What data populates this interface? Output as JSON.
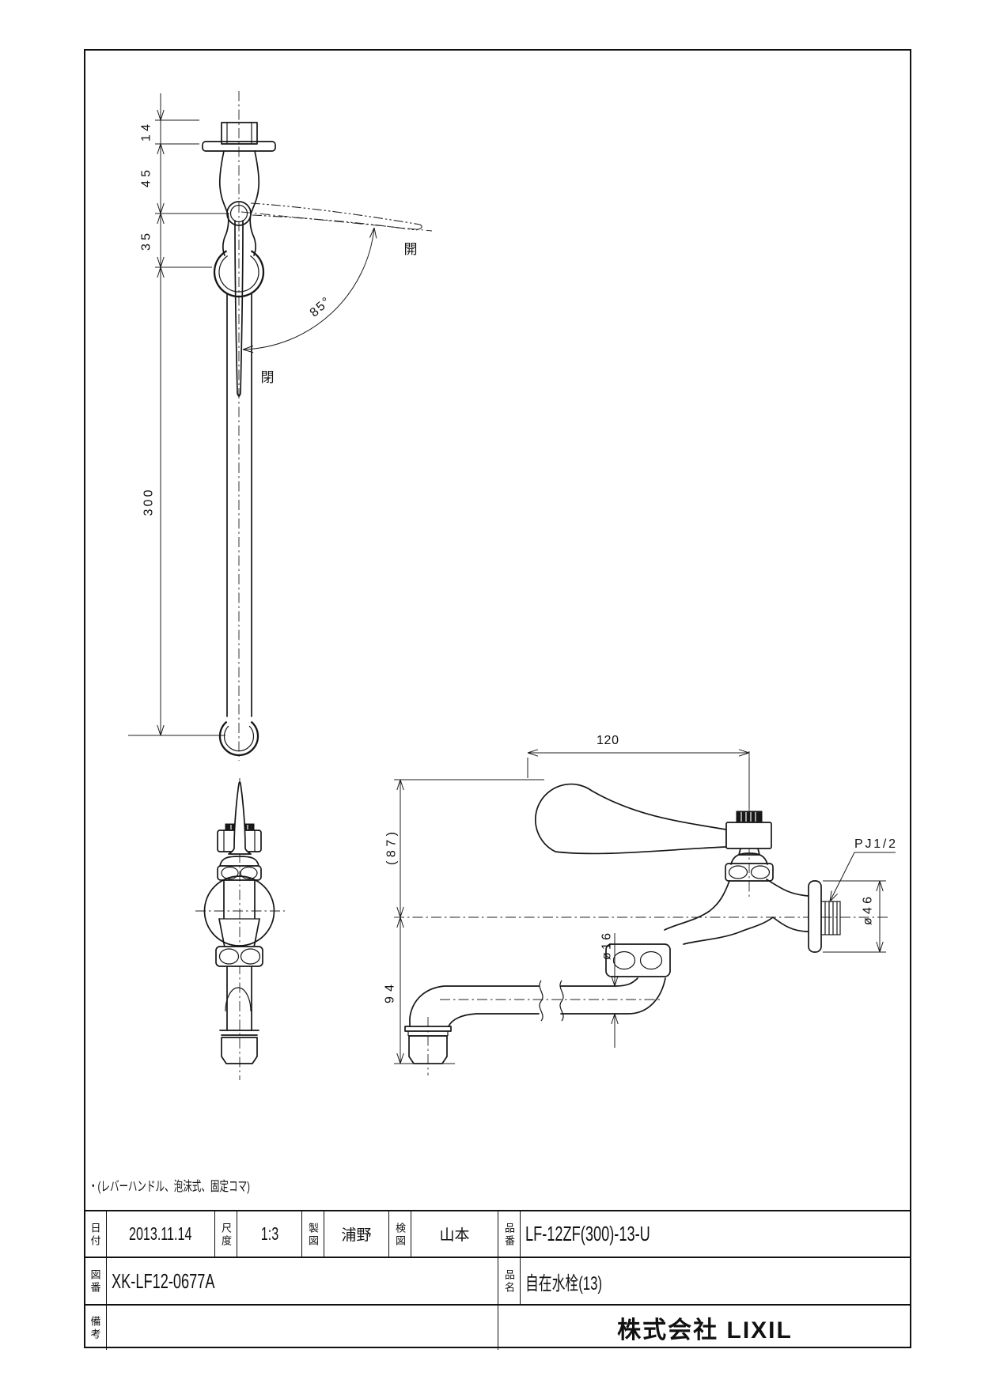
{
  "note": "・(レバーハンドル、泡沫式、固定コマ)",
  "dims": {
    "d14": "14",
    "d45": "45",
    "d35": "35",
    "d300": "300",
    "angle": "85°",
    "open": "開",
    "close": "閉",
    "d120": "120",
    "d87": "(87)",
    "d94": "94",
    "dia16": "ø16",
    "dia46": "ø46",
    "thread": "PJ1/2"
  },
  "title_block": {
    "date_label": "日付",
    "date": "2013.11.14",
    "scale_label": "尺度",
    "scale": "1:3",
    "drafter_label": "製図",
    "drafter": "浦野",
    "checker_label": "検図",
    "checker": "山本",
    "part_no_label": "品番",
    "part_no": "LF-12ZF(300)-13-U",
    "drawing_no_label": "図番",
    "drawing_no": "XK-LF12-0677A",
    "part_name_label": "品名",
    "part_name": "自在水栓(13)",
    "remarks_label": "備考",
    "remarks": "",
    "company": "株式会社 LIXIL"
  }
}
